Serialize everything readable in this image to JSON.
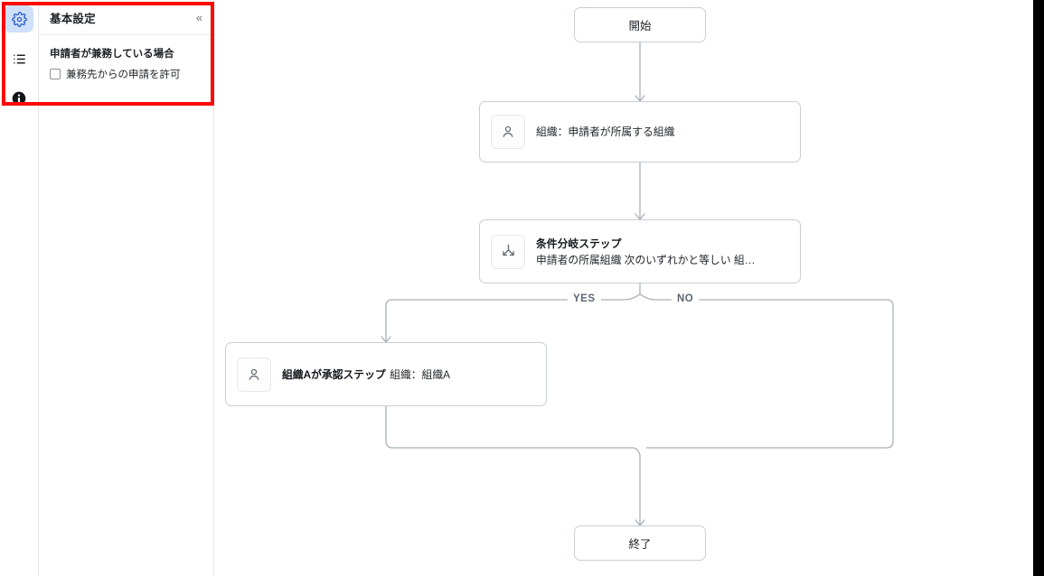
{
  "rail": {
    "items": [
      {
        "name": "settings-gear",
        "icon": "gear-icon",
        "active": true
      },
      {
        "name": "list",
        "icon": "list-icon",
        "active": false
      },
      {
        "name": "info",
        "icon": "info-icon",
        "active": false
      }
    ]
  },
  "panel": {
    "title": "基本設定",
    "collapse_label": "«",
    "group_label": "申請者が兼務している場合",
    "checkbox": {
      "label": "兼務先からの申請を許可",
      "checked": false
    }
  },
  "flow": {
    "start_label": "開始",
    "org_step": {
      "subtitle": "組織：申請者が所属する組織"
    },
    "condition_step": {
      "title": "条件分岐ステップ",
      "subtitle": "申請者の所属組織 次のいずれかと等しい 組…"
    },
    "approval_step": {
      "title": "組織Aが承認ステップ",
      "subtitle": "組織：組織A"
    },
    "branch_yes": "YES",
    "branch_no": "NO",
    "end_label": "終了"
  },
  "colors": {
    "accent": "#cfe0fb",
    "annotation": "#fb0a06",
    "node_border": "#c9ced5",
    "wire": "#a9b0b8",
    "branch_text": "#5c6672"
  }
}
